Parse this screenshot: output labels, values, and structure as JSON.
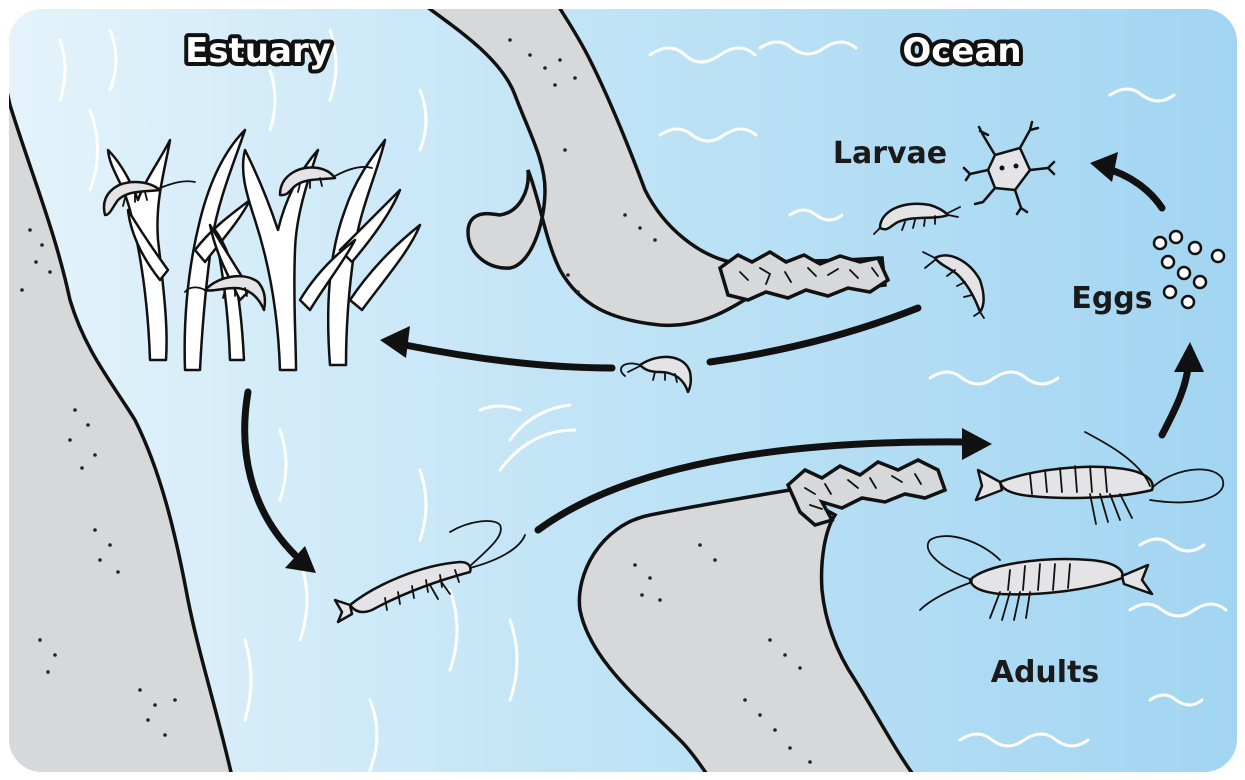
{
  "diagram": {
    "region_labels": {
      "estuary": "Estuary",
      "ocean": "Ocean"
    },
    "stage_labels": {
      "larvae": "Larvae",
      "eggs": "Eggs",
      "adults": "Adults"
    }
  }
}
